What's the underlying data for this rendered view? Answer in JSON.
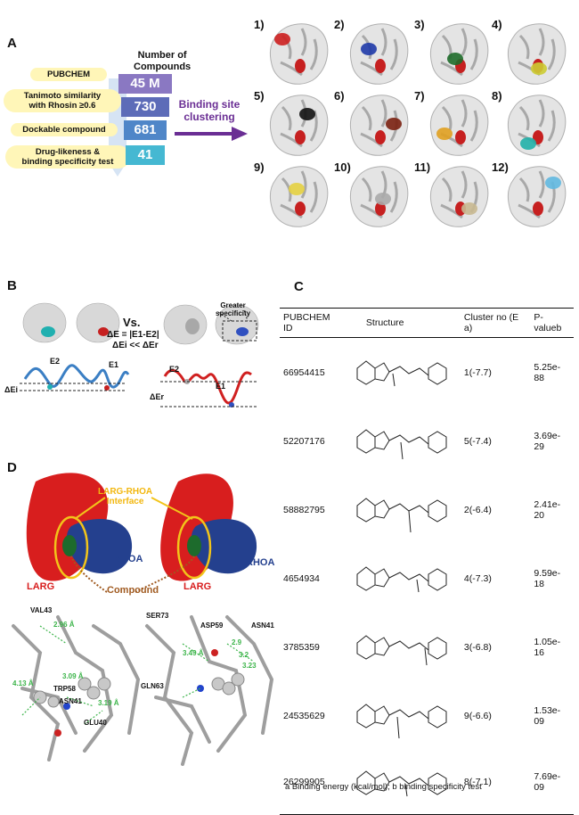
{
  "panel_a": {
    "letter": "A",
    "header": "Number of\nCompounds",
    "steps": [
      {
        "label": "PUBCHEM",
        "count": "45 M",
        "color": "#8a78c2"
      },
      {
        "label": "Tanimoto similarity\nwith Rhosin ≥0.6",
        "count": "730",
        "color": "#5d6cb8"
      },
      {
        "label": "Dockable compound",
        "count": "681",
        "color": "#4f86c8"
      },
      {
        "label": "Drug-likeness &\nbinding specificity test",
        "count": "41",
        "color": "#45b8d2"
      }
    ],
    "arrow_label": "Binding site\nclustering",
    "arrow_color": "#6a2e94",
    "clusters": [
      {
        "label": "1)",
        "color": "#cc1f1f"
      },
      {
        "label": "2)",
        "color": "#1f3aa8"
      },
      {
        "label": "3)",
        "color": "#1e6b2a"
      },
      {
        "label": "4)",
        "color": "#cccc33"
      },
      {
        "label": "5)",
        "color": "#111111"
      },
      {
        "label": "6)",
        "color": "#7a2010"
      },
      {
        "label": "7)",
        "color": "#e0a020"
      },
      {
        "label": "8)",
        "color": "#20b0a8"
      },
      {
        "label": "9)",
        "color": "#e4d040"
      },
      {
        "label": "10)",
        "color": "#aaaaaa"
      },
      {
        "label": "11)",
        "color": "#c8b890"
      },
      {
        "label": "12)",
        "color": "#60b8e0"
      }
    ]
  },
  "panel_b": {
    "letter": "B",
    "vs": "Vs.",
    "formula1": "ΔE = |E1-E2|",
    "formula2": "ΔEi << ΔEr",
    "greater": "Greater\nspecificity",
    "e1": "E1",
    "e2": "E2",
    "dei": "ΔEi",
    "der": "ΔEr"
  },
  "panel_c": {
    "letter": "C",
    "headers": [
      "PUBCHEM ID",
      "Structure",
      "Cluster no (E a)",
      "P-valueb"
    ],
    "rows": [
      {
        "id": "66954415",
        "cluster": "1(-7.7)",
        "p": "5.25e-88"
      },
      {
        "id": "52207176",
        "cluster": "5(-7.4)",
        "p": "3.69e-29"
      },
      {
        "id": "58882795",
        "cluster": "2(-6.4)",
        "p": "2.41e-20"
      },
      {
        "id": "4654934",
        "cluster": "4(-7.3)",
        "p": "9.59e-18"
      },
      {
        "id": "3785359",
        "cluster": "3(-6.8)",
        "p": "1.05e-16"
      },
      {
        "id": "24535629",
        "cluster": "9(-6.6)",
        "p": "1.53e-09"
      },
      {
        "id": "26299905",
        "cluster": "8(-7.1)",
        "p": "7.69e-09"
      }
    ],
    "footnote": "a Binding energy (kcal/mol);  b binding specificity test"
  },
  "panel_d": {
    "letter": "D",
    "interface": "LARG-RHOA\nInterface",
    "rhoa": "RHOA",
    "larg": "LARG",
    "compound": "Compound",
    "residues_left": [
      "VAL43",
      "TRP58",
      "ASN41",
      "GLU40"
    ],
    "residues_right": [
      "SER73",
      "ASP59",
      "ASN41",
      "GLN63"
    ],
    "dist_left": [
      "2.96 Å",
      "3.09 Å",
      "4.13 Å",
      "3.19 Å"
    ],
    "dist_right": [
      "3.49 Å",
      "2.9",
      "3.2",
      "3.23"
    ]
  }
}
